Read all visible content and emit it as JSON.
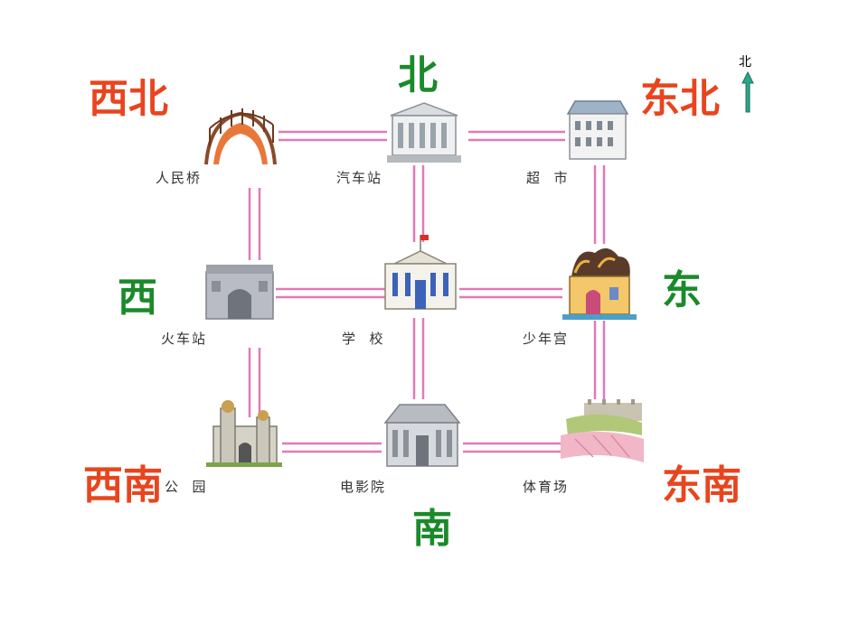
{
  "directions": {
    "north": "北",
    "south": "南",
    "east": "东",
    "west": "西",
    "northeast": "东北",
    "northwest": "西北",
    "southeast": "东南",
    "southwest": "西南"
  },
  "compass": {
    "label": "北"
  },
  "places": {
    "bridge": "人民桥",
    "bus_station": "汽车站",
    "supermarket": "超  市",
    "train_station": "火车站",
    "school": "学  校",
    "youth_palace": "少年宫",
    "park": "公  园",
    "cinema": "电影院",
    "stadium": "体育场"
  },
  "colors": {
    "road": "#e07ab8",
    "diagonal_direction": "#e8451e",
    "cardinal_direction": "#1a8a2a",
    "compass_arrow": "#2aa58a"
  }
}
